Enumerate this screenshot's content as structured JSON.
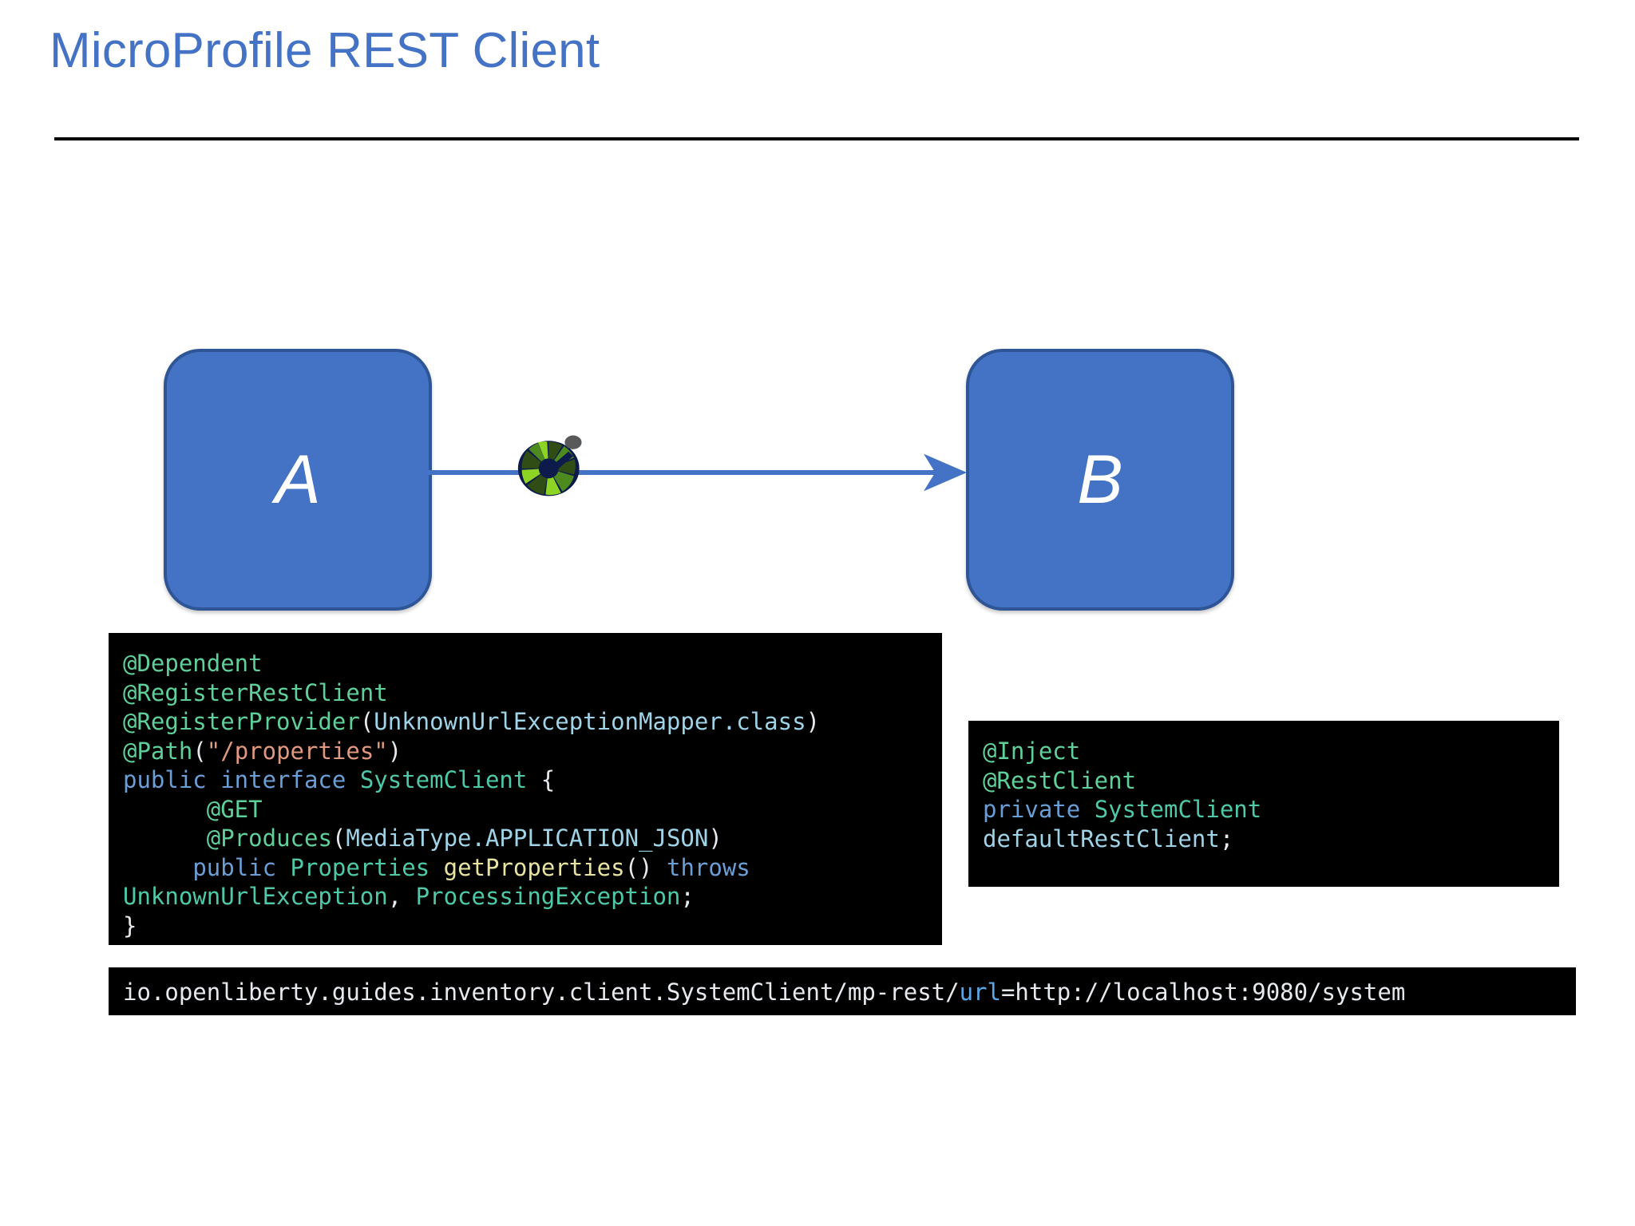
{
  "slide": {
    "title": "MicroProfile REST Client"
  },
  "diagram": {
    "node_a_label": "A",
    "node_b_label": "B",
    "arrow_name": "rest-call-arrow",
    "logo_name": "microprofile-logo-icon",
    "node_fill": "#4472c4",
    "node_border": "#2e5596",
    "arrow_color": "#4472c4"
  },
  "code_interface": {
    "lines": [
      [
        {
          "t": "@Dependent",
          "c": "ann"
        }
      ],
      [
        {
          "t": "@RegisterRestClient",
          "c": "ann"
        }
      ],
      [
        {
          "t": "@RegisterProvider",
          "c": "ann"
        },
        {
          "t": "(",
          "c": "plain"
        },
        {
          "t": "UnknownUrlExceptionMapper.class",
          "c": "cls"
        },
        {
          "t": ")",
          "c": "plain"
        }
      ],
      [
        {
          "t": "@Path",
          "c": "ann"
        },
        {
          "t": "(",
          "c": "plain"
        },
        {
          "t": "\"/properties\"",
          "c": "str"
        },
        {
          "t": ")",
          "c": "plain"
        }
      ],
      [
        {
          "t": "public interface ",
          "c": "kw"
        },
        {
          "t": "SystemClient",
          "c": "type"
        },
        {
          "t": " {",
          "c": "plain"
        }
      ],
      [
        {
          "t": "      ",
          "c": "plain"
        },
        {
          "t": "@GET",
          "c": "ann"
        }
      ],
      [
        {
          "t": "      ",
          "c": "plain"
        },
        {
          "t": "@Produces",
          "c": "ann"
        },
        {
          "t": "(",
          "c": "plain"
        },
        {
          "t": "MediaType.APPLICATION_JSON",
          "c": "cls"
        },
        {
          "t": ")",
          "c": "plain"
        }
      ],
      [
        {
          "t": "     ",
          "c": "plain"
        },
        {
          "t": "public ",
          "c": "kw"
        },
        {
          "t": "Properties",
          "c": "type"
        },
        {
          "t": " ",
          "c": "plain"
        },
        {
          "t": "getProperties",
          "c": "meth"
        },
        {
          "t": "() ",
          "c": "plain"
        },
        {
          "t": "throws",
          "c": "kw"
        }
      ],
      [
        {
          "t": "UnknownUrlException",
          "c": "type"
        },
        {
          "t": ", ",
          "c": "plain"
        },
        {
          "t": "ProcessingException",
          "c": "type"
        },
        {
          "t": ";",
          "c": "plain"
        }
      ],
      [
        {
          "t": "}",
          "c": "plain"
        }
      ]
    ],
    "plain_text": "@Dependent\n@RegisterRestClient\n@RegisterProvider(UnknownUrlExceptionMapper.class)\n@Path(\"/properties\")\npublic interface SystemClient {\n      @GET\n      @Produces(MediaType.APPLICATION_JSON)\n     public Properties getProperties() throws\nUnknownUrlException, ProcessingException;\n}"
  },
  "code_inject": {
    "lines": [
      [
        {
          "t": "@Inject",
          "c": "ann"
        }
      ],
      [
        {
          "t": "@RestClient",
          "c": "ann"
        }
      ],
      [
        {
          "t": "private ",
          "c": "kw"
        },
        {
          "t": "SystemClient",
          "c": "type"
        }
      ],
      [
        {
          "t": "defaultRestClient",
          "c": "cls"
        },
        {
          "t": ";",
          "c": "plain"
        }
      ]
    ],
    "plain_text": "@Inject\n@RestClient\nprivate SystemClient\ndefaultRestClient;"
  },
  "code_config": {
    "lines": [
      [
        {
          "t": "io.openliberty.guides.inventory.client.SystemClient/mp-rest/",
          "c": "plain"
        },
        {
          "t": "url",
          "c": "url"
        },
        {
          "t": "=http://localhost:9080/system",
          "c": "plain"
        }
      ]
    ],
    "plain_text": "io.openliberty.guides.inventory.client.SystemClient/mp-rest/url=http://localhost:9080/system"
  }
}
